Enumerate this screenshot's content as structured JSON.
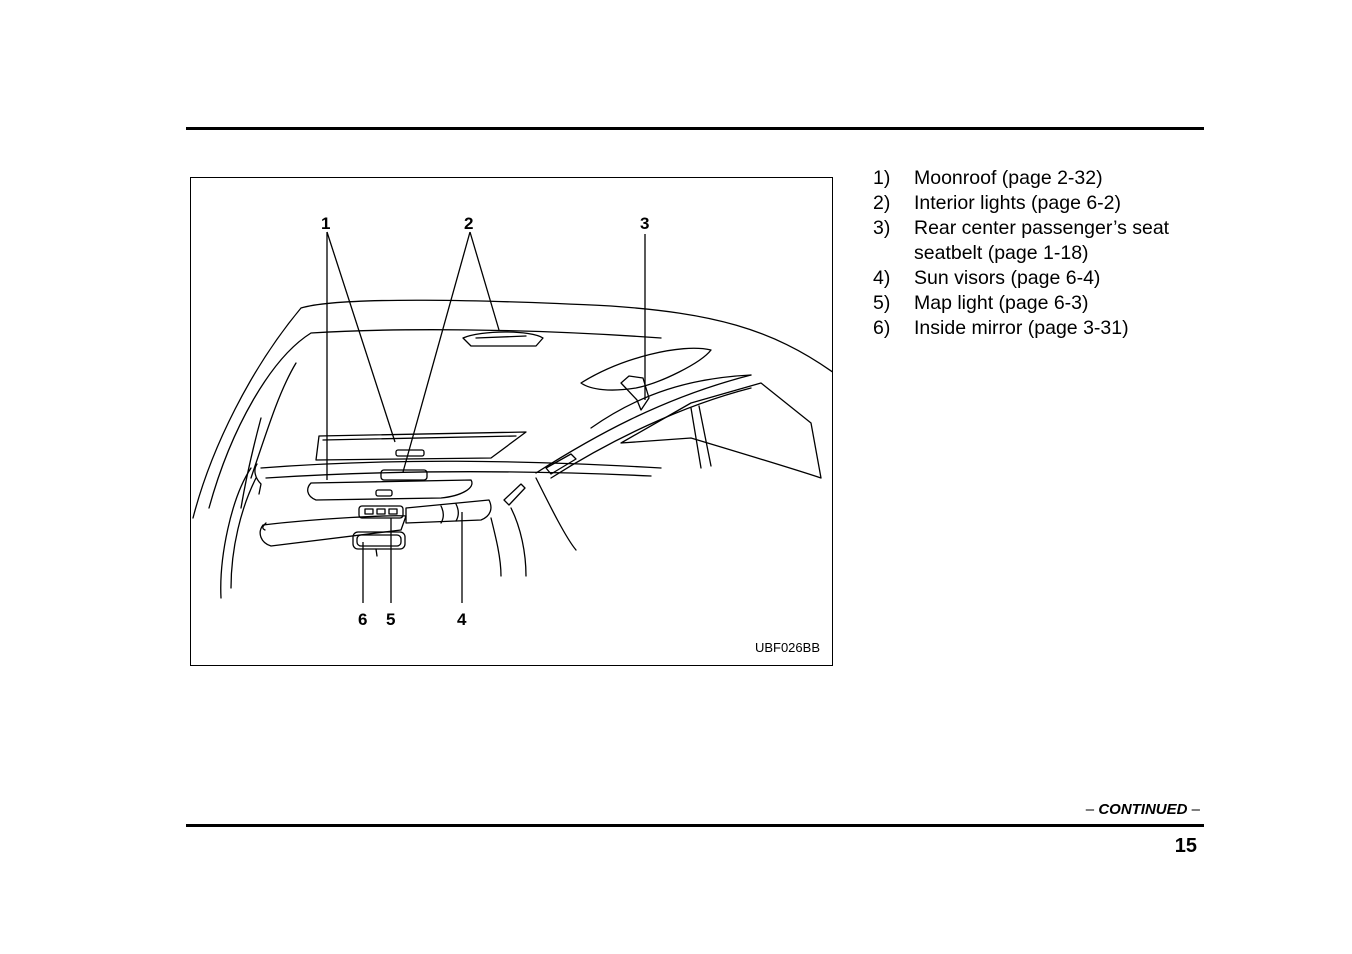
{
  "figure": {
    "callouts": [
      "1",
      "2",
      "3",
      "4",
      "5",
      "6"
    ],
    "code": "UBF026BB"
  },
  "legend": [
    {
      "num": "1)",
      "text": "Moonroof (page 2-32)"
    },
    {
      "num": "2)",
      "text": "Interior lights (page 6-2)"
    },
    {
      "num": "3)",
      "text": "Rear center passenger’s seat seatbelt (page 1-18)"
    },
    {
      "num": "4)",
      "text": "Sun visors (page 6-4)"
    },
    {
      "num": "5)",
      "text": "Map light (page 6-3)"
    },
    {
      "num": "6)",
      "text": "Inside mirror (page 3-31)"
    }
  ],
  "footer": {
    "continued_dash_left": "–",
    "continued_word": "CONTINUED",
    "continued_dash_right": "–",
    "page_number": "15"
  }
}
